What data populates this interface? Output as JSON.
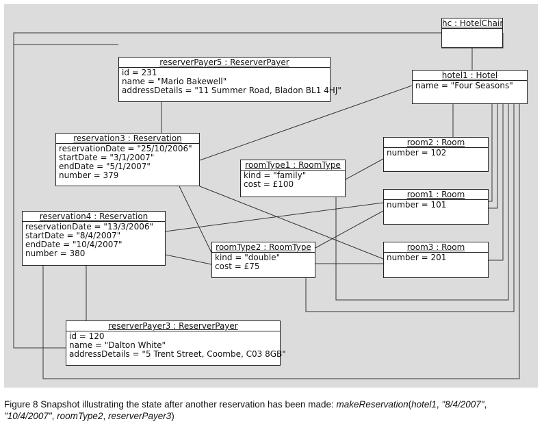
{
  "objects": {
    "hc": {
      "title": "hc : HotelChain",
      "attrs": []
    },
    "reserverPayer5": {
      "title": "reserverPayer5 : ReserverPayer",
      "attrs": [
        "id = 231",
        "name = \"Mario Bakewell\"",
        "addressDetails = \"11 Summer Road, Bladon BL1 4HJ\""
      ]
    },
    "hotel1": {
      "title": "hotel1 : Hotel",
      "attrs": [
        "name = \"Four Seasons\""
      ]
    },
    "reservation3": {
      "title": "reservation3 : Reservation",
      "attrs": [
        "reservationDate = \"25/10/2006\"",
        "startDate = \"3/1/2007\"",
        "endDate = \"5/1/2007\"",
        "number = 379"
      ]
    },
    "room2": {
      "title": "room2 : Room",
      "attrs": [
        "number = 102"
      ]
    },
    "roomType1": {
      "title": "roomType1 : RoomType",
      "attrs": [
        "kind = \"family\"",
        "cost = £100"
      ]
    },
    "room1": {
      "title": "room1 : Room",
      "attrs": [
        "number = 101"
      ]
    },
    "reservation4": {
      "title": "reservation4 : Reservation",
      "attrs": [
        "reservationDate = \"13/3/2006\"",
        "startDate = \"8/4/2007\"",
        "endDate = \"10/4/2007\"",
        "number = 380"
      ]
    },
    "roomType2": {
      "title": "roomType2 : RoomType",
      "attrs": [
        "kind = \"double\"",
        "cost = £75"
      ]
    },
    "room3": {
      "title": "room3 : Room",
      "attrs": [
        "number = 201"
      ]
    },
    "reserverPayer3": {
      "title": "reserverPayer3 : ReserverPayer",
      "attrs": [
        "id = 120",
        "name = \"Dalton White\"",
        "addressDetails = \"5 Trent Street, Coombe, C03 8GB\""
      ]
    }
  },
  "caption": {
    "prefix": "Figure 8  Snapshot illustrating the state after another reservation has been made: ",
    "call": "makeReservation",
    "open": "(",
    "arg1": "hotel1",
    "sep1": ", ",
    "arg2": "\"8/4/2007\"",
    "sep2": ", ",
    "arg3": "\"10/4/2007\"",
    "sep3": ", ",
    "arg4": "roomType2",
    "sep4": ", ",
    "arg5": "reserverPayer3",
    "close": ")"
  }
}
